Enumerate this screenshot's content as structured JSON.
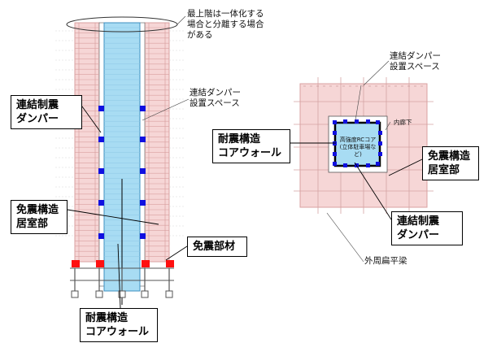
{
  "elevation": {
    "top_note": "最上階は一体化する\n場合と分離する場合\nがある",
    "damper_space_note": "連結ダンパー\n設置スペース",
    "damper_callout": "連結制震\nダンパー",
    "isolated_callout": "免震構造\n居室部",
    "isolator_callout": "免震部材",
    "core_callout": "耐震構造\nコアウォール"
  },
  "plan": {
    "damper_space_note": "連結ダンパー\n設置スペース",
    "inner_corridor_note": "内廊下",
    "core_inner_text": "高強度RCコア\n(立体駐車場など)",
    "core_callout": "耐震構造\nコアウォール",
    "isolated_callout": "免震構造\n居室部",
    "damper_callout": "連結制震\nダンパー",
    "perimeter_beam_note": "外周扁平梁"
  },
  "colors": {
    "residential_fill": "#f6d6d6",
    "residential_line": "#d9a0a0",
    "core_fill": "#a8dcf3",
    "core_line": "#3d8fc0",
    "damper": "#1010e0",
    "isolator": "#ff1010",
    "grid_line": "#c8c8c8",
    "frame_line": "#555555"
  }
}
